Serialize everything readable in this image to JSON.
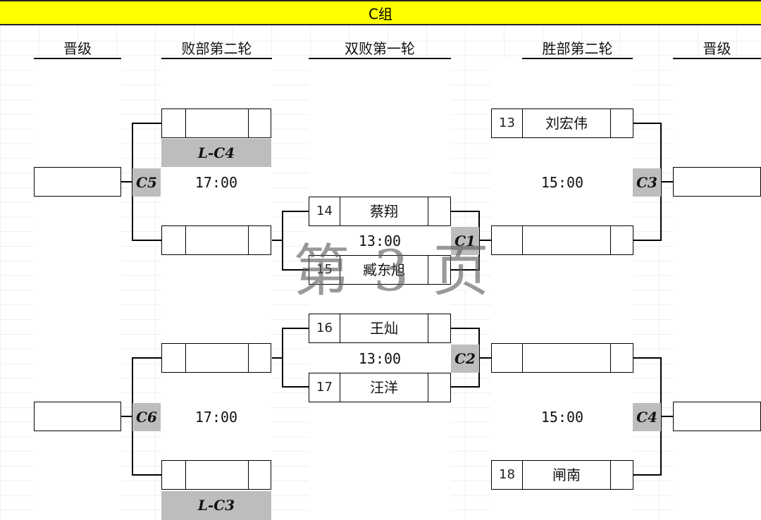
{
  "group_title": "C组",
  "headers": {
    "advance_left": "晋级",
    "losers_round2": "败部第二轮",
    "double_loss_round1": "双败第一轮",
    "winners_round2": "胜部第二轮",
    "advance_right": "晋级"
  },
  "losers": {
    "c5": {
      "tag": "C5",
      "time": "17:00",
      "source_label": "L-C4"
    },
    "c6": {
      "tag": "C6",
      "time": "17:00",
      "source_label": "L-C3"
    }
  },
  "double": {
    "c1": {
      "tag": "C1",
      "time": "13:00",
      "top": {
        "seed": "14",
        "name": "蔡翔"
      },
      "bottom": {
        "seed": "15",
        "name": "臧东旭"
      }
    },
    "c2": {
      "tag": "C2",
      "time": "13:00",
      "top": {
        "seed": "16",
        "name": "王灿"
      },
      "bottom": {
        "seed": "17",
        "name": "汪洋"
      }
    }
  },
  "winners": {
    "c3": {
      "tag": "C3",
      "time": "15:00",
      "top": {
        "seed": "13",
        "name": "刘宏伟"
      }
    },
    "c4": {
      "tag": "C4",
      "time": "15:00",
      "bottom": {
        "seed": "18",
        "name": "闸南"
      }
    }
  },
  "watermark": "第 3 页",
  "colors": {
    "banner": "#ffff00",
    "tag_fill": "#bdbdbd"
  }
}
